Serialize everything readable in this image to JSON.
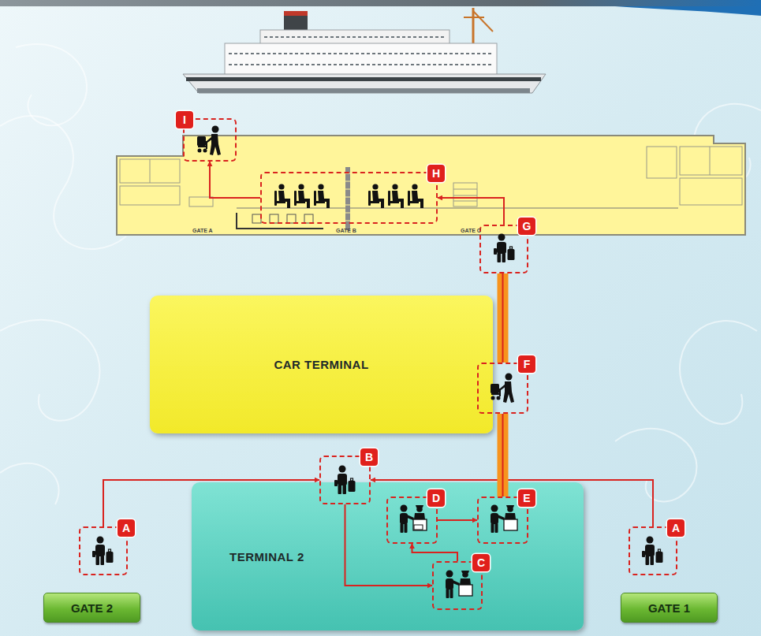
{
  "diagram": {
    "nodes": [
      {
        "text": [
          "GATE A",
          "GATE B",
          "GATE C"
        ]
      },
      {
        "text": [
          "I"
        ],
        "in": 0
      },
      {
        "text": [
          "H"
        ],
        "in": 0
      },
      {
        "text": [
          "G"
        ],
        "in": 0
      },
      {
        "text": [
          "CAR TERMINAL"
        ]
      },
      {
        "text": [
          "F"
        ]
      },
      {
        "text": [
          "B"
        ]
      },
      {
        "text": [
          "TERMINAL 2"
        ]
      },
      {
        "text": [
          "D"
        ],
        "in": 7
      },
      {
        "text": [
          "E"
        ],
        "in": 7
      },
      {
        "text": [
          "C"
        ],
        "in": 7
      },
      {
        "text": [
          "A"
        ]
      },
      {
        "text": [
          "A"
        ]
      },
      {
        "text": [
          "GATE 2"
        ]
      },
      {
        "text": [
          "GATE 1"
        ]
      }
    ],
    "edges": [
      {
        "from": 11,
        "to": 6,
        "arrow": "to"
      },
      {
        "from": 12,
        "to": 6,
        "arrow": "to"
      },
      {
        "from": 6,
        "to": 10,
        "arrow": "to"
      },
      {
        "from": 10,
        "to": 8,
        "arrow": "to"
      },
      {
        "from": 8,
        "to": 9,
        "arrow": "to"
      },
      {
        "from": 9,
        "to": 5,
        "arrow": "none"
      },
      {
        "from": 5,
        "to": 3,
        "arrow": "none"
      },
      {
        "from": 3,
        "to": 2,
        "arrow": "to"
      },
      {
        "from": 2,
        "to": 1,
        "arrow": "to"
      }
    ]
  }
}
